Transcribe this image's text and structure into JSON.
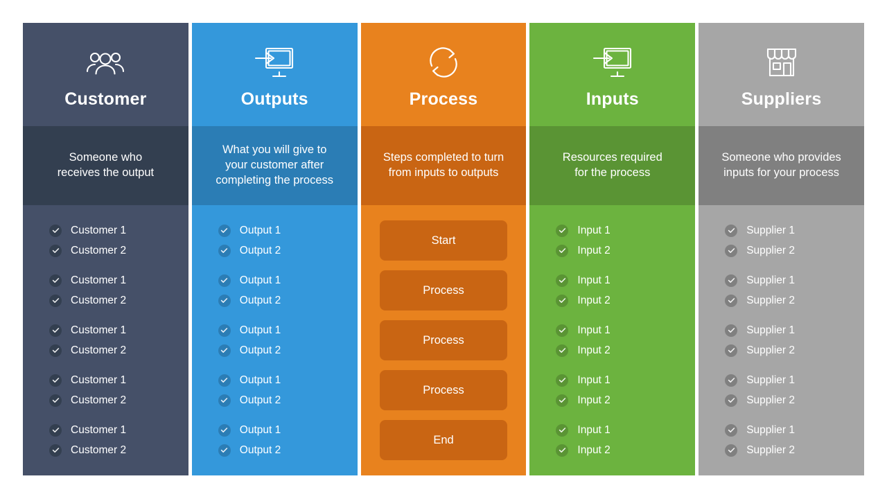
{
  "diagram": {
    "type": "sipoc",
    "columns": [
      {
        "key": "customer",
        "title": "Customer",
        "icon": "people-icon",
        "description": "Someone who\nreceives the output",
        "header_color": "#455068",
        "desc_color": "#333f50",
        "body_color": "#455068",
        "badge_color": "#333f50",
        "content_kind": "checklist",
        "groups": [
          [
            "Customer 1",
            "Customer 2"
          ],
          [
            "Customer 1",
            "Customer 2"
          ],
          [
            "Customer 1",
            "Customer 2"
          ],
          [
            "Customer 1",
            "Customer 2"
          ],
          [
            "Customer 1",
            "Customer 2"
          ]
        ]
      },
      {
        "key": "outputs",
        "title": "Outputs",
        "icon": "monitor-arrow-icon",
        "description": "What you will give to\nyour customer after\ncompleting the process",
        "header_color": "#3498db",
        "desc_color": "#2b7db5",
        "body_color": "#3498db",
        "badge_color": "#2b7db5",
        "content_kind": "checklist",
        "groups": [
          [
            "Output 1",
            "Output 2"
          ],
          [
            "Output 1",
            "Output 2"
          ],
          [
            "Output 1",
            "Output 2"
          ],
          [
            "Output 1",
            "Output 2"
          ],
          [
            "Output 1",
            "Output 2"
          ]
        ]
      },
      {
        "key": "process",
        "title": "Process",
        "icon": "cycle-arrows-icon",
        "description": "Steps completed to turn\nfrom inputs to outputs",
        "header_color": "#e8821e",
        "desc_color": "#c96513",
        "body_color": "#e8821e",
        "badge_color": "#c96513",
        "content_kind": "steps",
        "steps": [
          "Start",
          "Process",
          "Process",
          "Process",
          "End"
        ]
      },
      {
        "key": "inputs",
        "title": "Inputs",
        "icon": "monitor-arrow-icon",
        "description": "Resources required\nfor the process",
        "header_color": "#6cb33f",
        "desc_color": "#5a9434",
        "body_color": "#6cb33f",
        "badge_color": "#5a9434",
        "content_kind": "checklist",
        "groups": [
          [
            "Input 1",
            "Input 2"
          ],
          [
            "Input 1",
            "Input 2"
          ],
          [
            "Input 1",
            "Input 2"
          ],
          [
            "Input 1",
            "Input 2"
          ],
          [
            "Input 1",
            "Input 2"
          ]
        ]
      },
      {
        "key": "suppliers",
        "title": "Suppliers",
        "icon": "storefront-icon",
        "description": "Someone who provides\ninputs for your process",
        "header_color": "#a6a6a6",
        "desc_color": "#808080",
        "body_color": "#a6a6a6",
        "badge_color": "#808080",
        "content_kind": "checklist",
        "groups": [
          [
            "Supplier 1",
            "Supplier 2"
          ],
          [
            "Supplier 1",
            "Supplier 2"
          ],
          [
            "Supplier 1",
            "Supplier 2"
          ],
          [
            "Supplier 1",
            "Supplier 2"
          ],
          [
            "Supplier 1",
            "Supplier 2"
          ]
        ]
      }
    ]
  }
}
